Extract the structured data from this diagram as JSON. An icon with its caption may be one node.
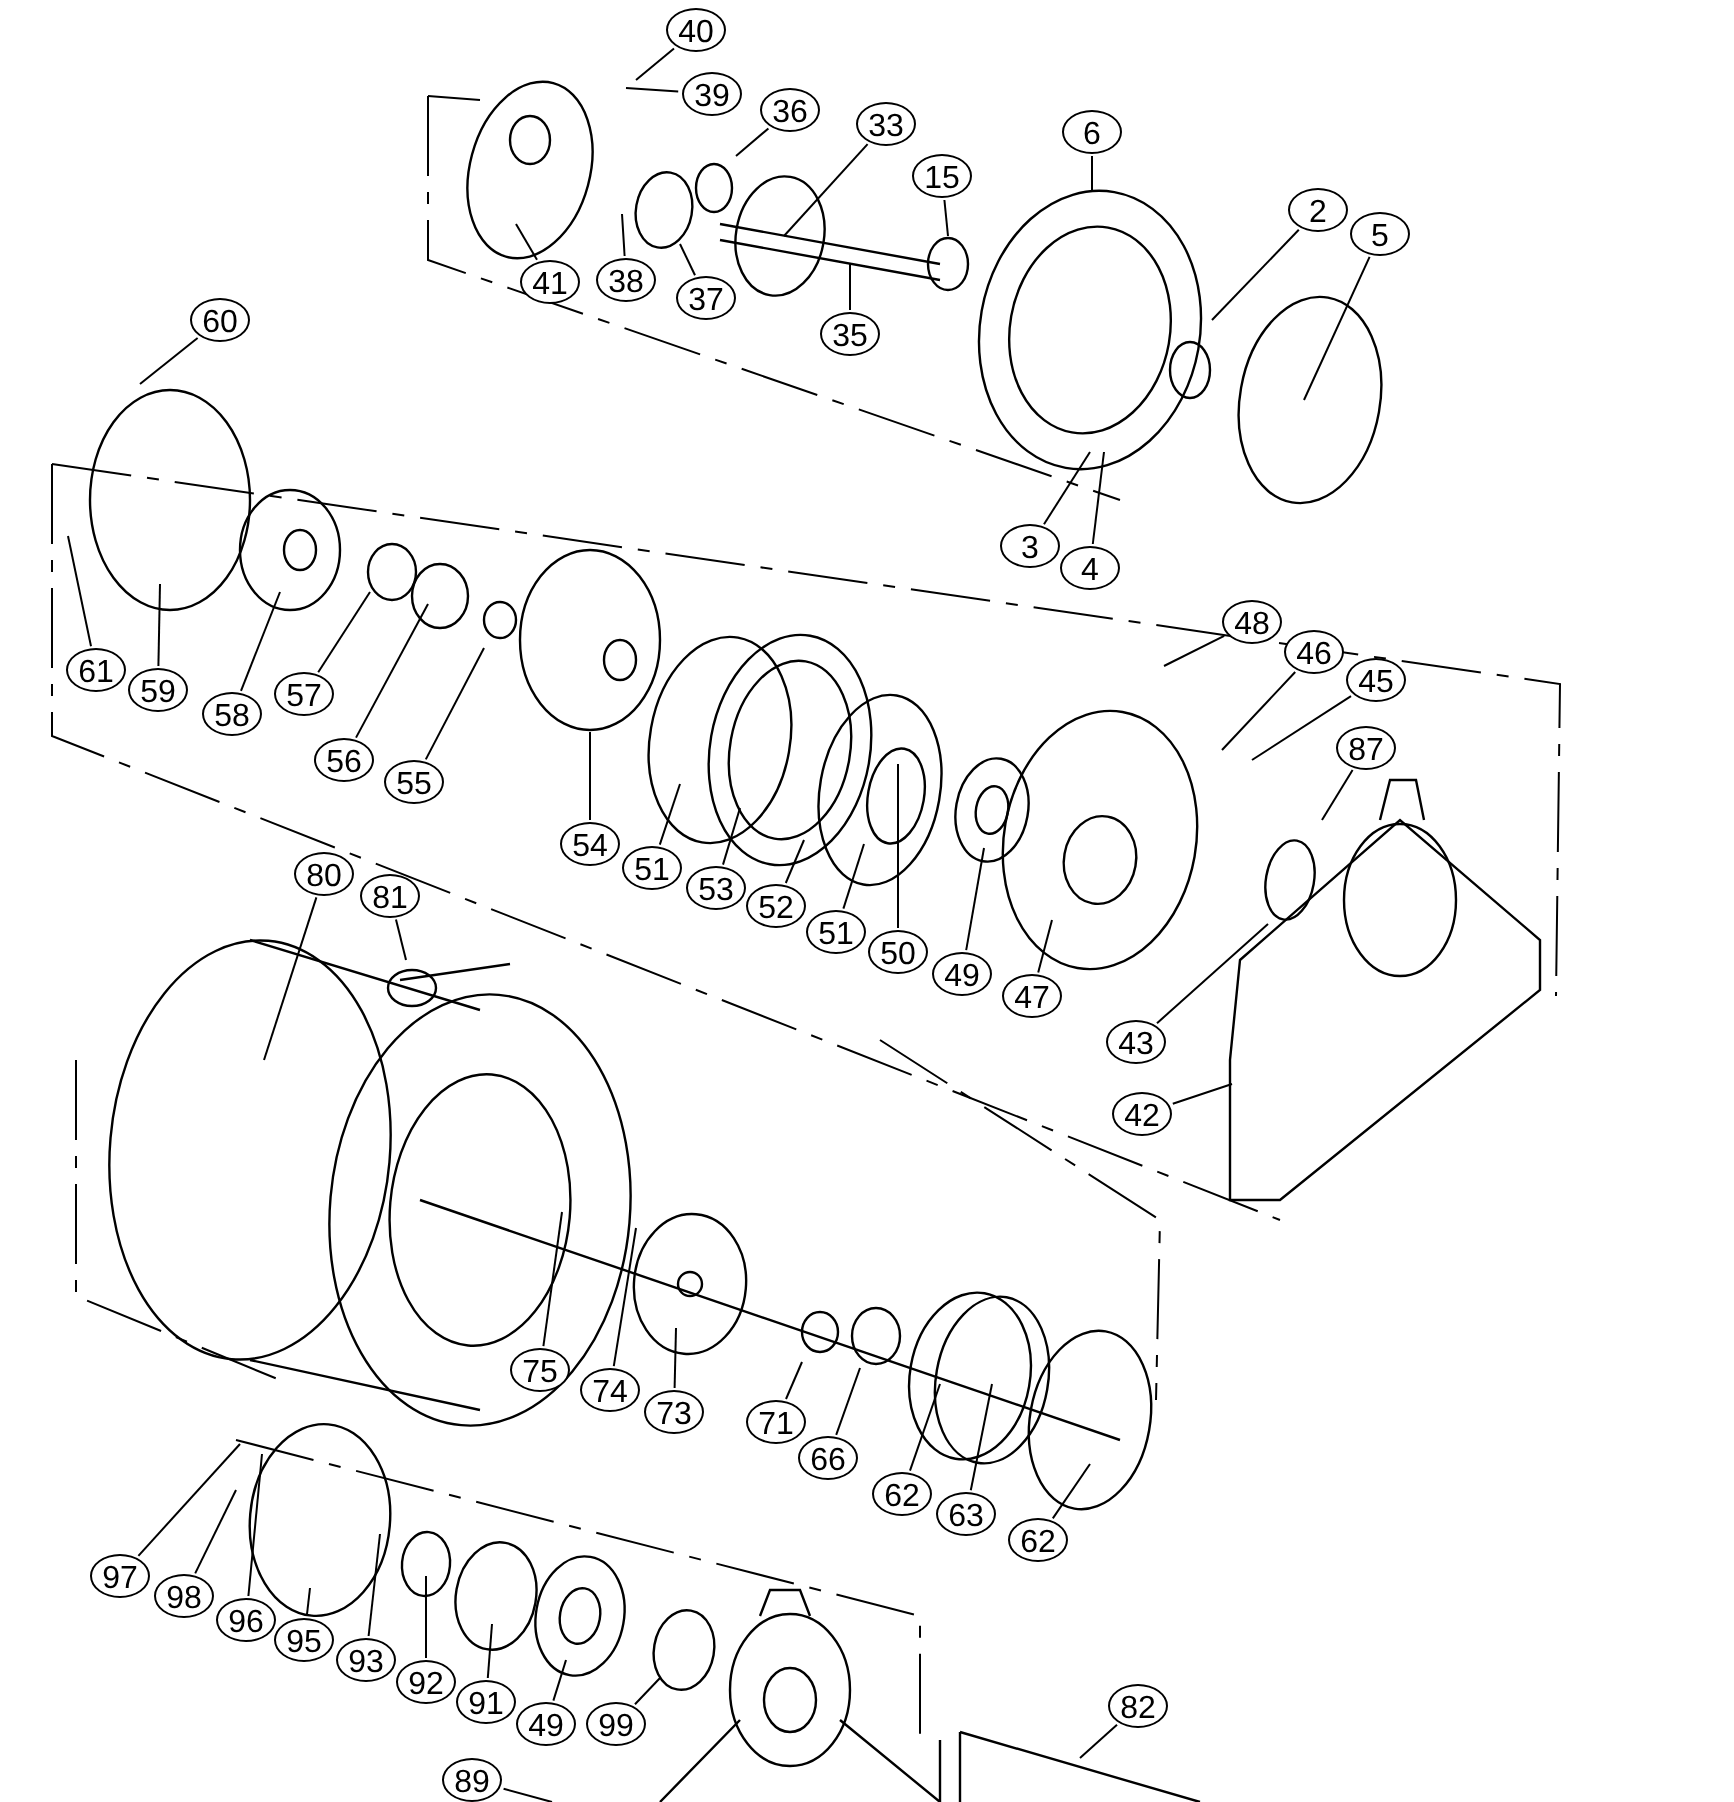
{
  "diagram": {
    "nodes": [
      {
        "text": [
          "40"
        ]
      },
      {
        "text": [
          "39"
        ]
      },
      {
        "text": [
          "36"
        ]
      },
      {
        "text": [
          "33"
        ]
      },
      {
        "text": [
          "15"
        ]
      },
      {
        "text": [
          "6"
        ]
      },
      {
        "text": [
          "2"
        ]
      },
      {
        "text": [
          "5"
        ]
      },
      {
        "text": [
          "41"
        ]
      },
      {
        "text": [
          "38"
        ]
      },
      {
        "text": [
          "37"
        ]
      },
      {
        "text": [
          "35"
        ]
      },
      {
        "text": [
          "3"
        ]
      },
      {
        "text": [
          "4"
        ]
      },
      {
        "text": [
          "60"
        ]
      },
      {
        "text": [
          "61"
        ]
      },
      {
        "text": [
          "59"
        ]
      },
      {
        "text": [
          "58"
        ]
      },
      {
        "text": [
          "57"
        ]
      },
      {
        "text": [
          "56"
        ]
      },
      {
        "text": [
          "55"
        ]
      },
      {
        "text": [
          "54"
        ]
      },
      {
        "text": [
          "51"
        ]
      },
      {
        "text": [
          "53"
        ]
      },
      {
        "text": [
          "52"
        ]
      },
      {
        "text": [
          "51"
        ]
      },
      {
        "text": [
          "50"
        ]
      },
      {
        "text": [
          "49"
        ]
      },
      {
        "text": [
          "48"
        ]
      },
      {
        "text": [
          "46"
        ]
      },
      {
        "text": [
          "45"
        ]
      },
      {
        "text": [
          "87"
        ]
      },
      {
        "text": [
          "47"
        ]
      },
      {
        "text": [
          "43"
        ]
      },
      {
        "text": [
          "42"
        ]
      },
      {
        "text": [
          "80"
        ]
      },
      {
        "text": [
          "81"
        ]
      },
      {
        "text": [
          "75"
        ]
      },
      {
        "text": [
          "74"
        ]
      },
      {
        "text": [
          "73"
        ]
      },
      {
        "text": [
          "71"
        ]
      },
      {
        "text": [
          "66"
        ]
      },
      {
        "text": [
          "62"
        ]
      },
      {
        "text": [
          "63"
        ]
      },
      {
        "text": [
          "62"
        ]
      },
      {
        "text": [
          "97"
        ]
      },
      {
        "text": [
          "98"
        ]
      },
      {
        "text": [
          "96"
        ]
      },
      {
        "text": [
          "95"
        ]
      },
      {
        "text": [
          "93"
        ]
      },
      {
        "text": [
          "92"
        ]
      },
      {
        "text": [
          "91"
        ]
      },
      {
        "text": [
          "49"
        ]
      },
      {
        "text": [
          "99"
        ]
      },
      {
        "text": [
          "89"
        ]
      },
      {
        "text": [
          "82"
        ]
      }
    ],
    "edges": [
      {
        "from": 0,
        "to": null,
        "arrow": "none"
      },
      {
        "from": 1,
        "to": null,
        "arrow": "none"
      },
      {
        "from": 2,
        "to": null,
        "arrow": "none"
      },
      {
        "from": 3,
        "to": null,
        "arrow": "none"
      },
      {
        "from": 4,
        "to": null,
        "arrow": "none"
      },
      {
        "from": 5,
        "to": null,
        "arrow": "none"
      },
      {
        "from": 6,
        "to": null,
        "arrow": "none"
      },
      {
        "from": 7,
        "to": null,
        "arrow": "none"
      },
      {
        "from": 8,
        "to": null,
        "arrow": "none"
      },
      {
        "from": 9,
        "to": null,
        "arrow": "none"
      },
      {
        "from": 10,
        "to": null,
        "arrow": "none"
      },
      {
        "from": 11,
        "to": null,
        "arrow": "none"
      },
      {
        "from": 12,
        "to": null,
        "arrow": "none"
      },
      {
        "from": 13,
        "to": null,
        "arrow": "none"
      },
      {
        "from": 14,
        "to": null,
        "arrow": "none"
      },
      {
        "from": 15,
        "to": null,
        "arrow": "none"
      },
      {
        "from": 16,
        "to": null,
        "arrow": "none"
      },
      {
        "from": 17,
        "to": null,
        "arrow": "none"
      },
      {
        "from": 18,
        "to": null,
        "arrow": "none"
      },
      {
        "from": 19,
        "to": null,
        "arrow": "none"
      },
      {
        "from": 20,
        "to": null,
        "arrow": "none"
      },
      {
        "from": 21,
        "to": null,
        "arrow": "none"
      },
      {
        "from": 22,
        "to": null,
        "arrow": "none"
      },
      {
        "from": 23,
        "to": null,
        "arrow": "none"
      },
      {
        "from": 24,
        "to": null,
        "arrow": "none"
      },
      {
        "from": 25,
        "to": null,
        "arrow": "none"
      },
      {
        "from": 26,
        "to": null,
        "arrow": "none"
      },
      {
        "from": 27,
        "to": null,
        "arrow": "none"
      },
      {
        "from": 28,
        "to": null,
        "arrow": "none"
      },
      {
        "from": 29,
        "to": null,
        "arrow": "none"
      },
      {
        "from": 30,
        "to": null,
        "arrow": "none"
      },
      {
        "from": 31,
        "to": null,
        "arrow": "none"
      },
      {
        "from": 32,
        "to": null,
        "arrow": "none"
      },
      {
        "from": 33,
        "to": null,
        "arrow": "none"
      },
      {
        "from": 34,
        "to": null,
        "arrow": "none"
      },
      {
        "from": 35,
        "to": null,
        "arrow": "none"
      },
      {
        "from": 36,
        "to": null,
        "arrow": "none"
      },
      {
        "from": 37,
        "to": null,
        "arrow": "none"
      },
      {
        "from": 38,
        "to": null,
        "arrow": "none"
      },
      {
        "from": 39,
        "to": null,
        "arrow": "none"
      },
      {
        "from": 40,
        "to": null,
        "arrow": "none"
      },
      {
        "from": 41,
        "to": null,
        "arrow": "none"
      },
      {
        "from": 42,
        "to": null,
        "arrow": "none"
      },
      {
        "from": 43,
        "to": null,
        "arrow": "none"
      },
      {
        "from": 44,
        "to": null,
        "arrow": "none"
      },
      {
        "from": 45,
        "to": null,
        "arrow": "none"
      },
      {
        "from": 46,
        "to": null,
        "arrow": "none"
      },
      {
        "from": 47,
        "to": null,
        "arrow": "none"
      },
      {
        "from": 48,
        "to": null,
        "arrow": "none"
      },
      {
        "from": 49,
        "to": null,
        "arrow": "none"
      },
      {
        "from": 50,
        "to": null,
        "arrow": "none"
      },
      {
        "from": 51,
        "to": null,
        "arrow": "none"
      },
      {
        "from": 52,
        "to": null,
        "arrow": "none"
      },
      {
        "from": 53,
        "to": null,
        "arrow": "none"
      },
      {
        "from": 54,
        "to": null,
        "arrow": "none"
      },
      {
        "from": 55,
        "to": null,
        "arrow": "none"
      }
    ]
  }
}
